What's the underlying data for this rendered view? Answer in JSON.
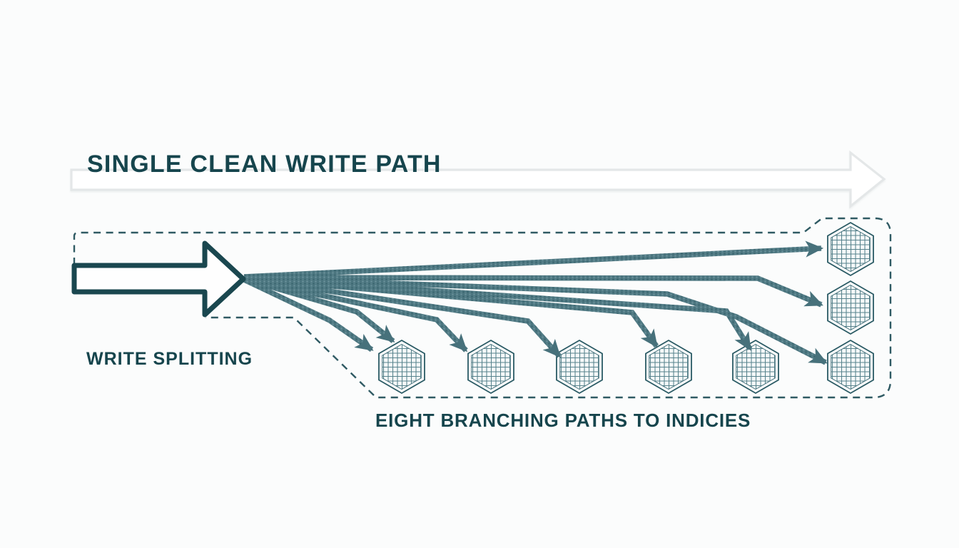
{
  "header": {
    "title": "SINGLE CLEAN WRITE PATH"
  },
  "branch_section": {
    "left_label": "WRITE SPLITTING",
    "bottom_label": "EIGHT BRANCHING PATHS TO INDICIES",
    "hexagon_count": 8,
    "branch_arrow_count": 9
  },
  "colors": {
    "background": "#fbfcfc",
    "heading_text": "#16454d",
    "write_arrow_outline": "#1a474f",
    "branch_line": "#4e7882",
    "branch_arrowhead": "#47717b",
    "dashed_outline": "#2f5a63",
    "hexagon_outline": "#2a5a64",
    "hexagon_grid_line": "#57828c",
    "single_path_arrow": "#e4e7e8"
  }
}
